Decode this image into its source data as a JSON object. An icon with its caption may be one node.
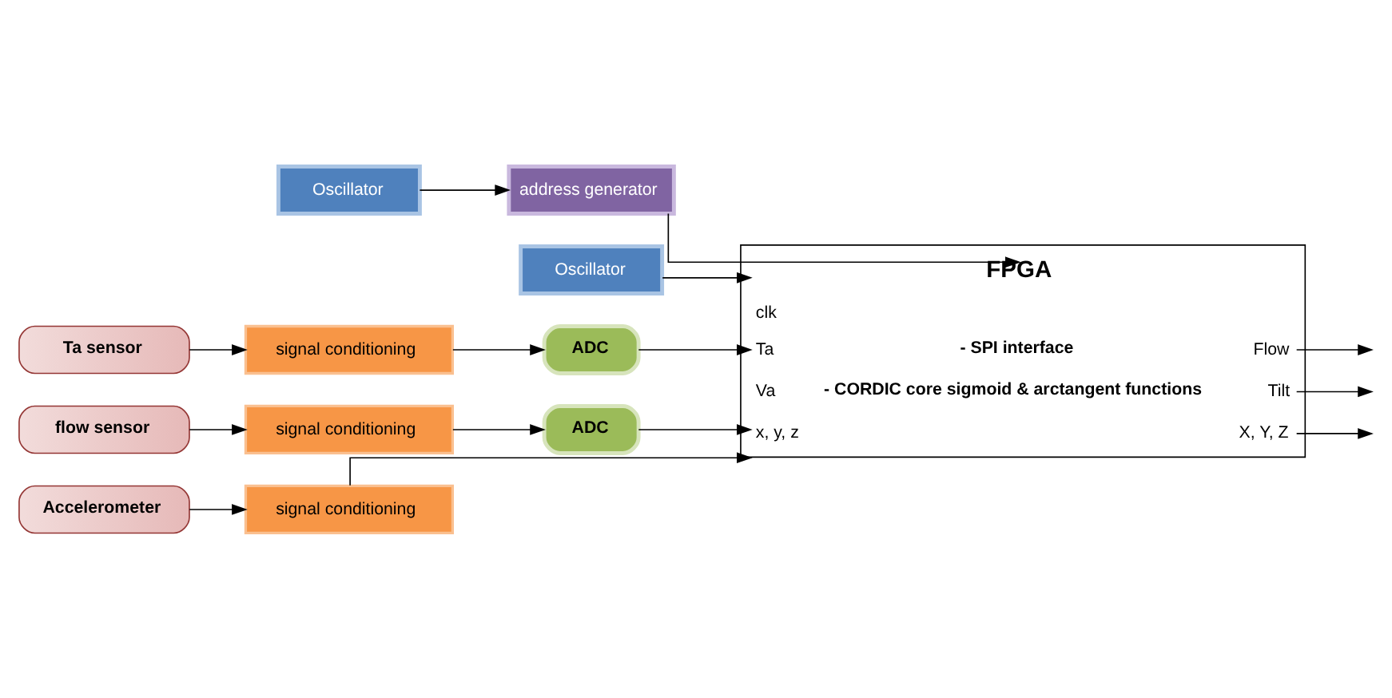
{
  "diagram": {
    "nodes": [
      {
        "text": [
          "Oscillator"
        ]
      },
      {
        "text": [
          "address generator"
        ]
      },
      {
        "text": [
          "Oscillator"
        ]
      },
      {
        "text": [
          "FPGA",
          "clk",
          "- SPI interface",
          "Ta",
          "Flow",
          "- CORDIC core sigmoid & arctangent functions",
          "Va",
          "Tilt",
          "x, y, z",
          "X, Y, Z"
        ]
      },
      {
        "text": [
          "Ta sensor"
        ]
      },
      {
        "text": [
          "signal conditioning"
        ]
      },
      {
        "text": [
          "ADC"
        ]
      },
      {
        "text": [
          "flow sensor"
        ]
      },
      {
        "text": [
          "signal conditioning"
        ]
      },
      {
        "text": [
          "ADC"
        ]
      },
      {
        "text": [
          "Accelerometer"
        ]
      },
      {
        "text": [
          "signal conditioning"
        ]
      }
    ],
    "edges": [
      {
        "from": 0,
        "to": 1,
        "arrow": "to"
      },
      {
        "from": 1,
        "to": 3,
        "arrow": "to"
      },
      {
        "from": 2,
        "to": 3,
        "arrow": "to"
      },
      {
        "from": 4,
        "to": 5,
        "arrow": "to"
      },
      {
        "from": 5,
        "to": 6,
        "arrow": "to"
      },
      {
        "from": 6,
        "to": 3,
        "arrow": "to"
      },
      {
        "from": 7,
        "to": 8,
        "arrow": "to"
      },
      {
        "from": 8,
        "to": 9,
        "arrow": "to"
      },
      {
        "from": 9,
        "to": 3,
        "arrow": "to"
      },
      {
        "from": 10,
        "to": 11,
        "arrow": "to"
      },
      {
        "from": 11,
        "to": 3,
        "arrow": "to"
      },
      {
        "from": 3,
        "to": null,
        "arrow": "to"
      },
      {
        "from": 3,
        "to": null,
        "arrow": "to"
      },
      {
        "from": 3,
        "to": null,
        "arrow": "to"
      }
    ]
  }
}
